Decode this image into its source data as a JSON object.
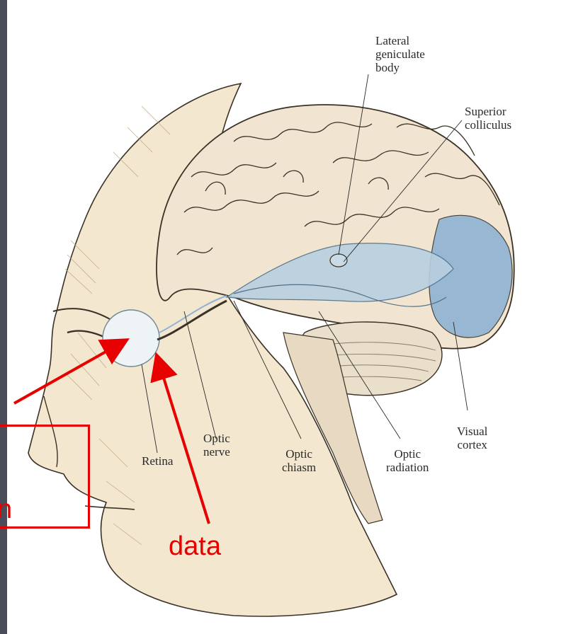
{
  "labels": {
    "lateral_geniculate": "Lateral\ngeniculate\nbody",
    "superior_colliculus": "Superior\ncolliculus",
    "optic_nerve": "Optic\nnerve",
    "retina": "Retina",
    "optic_chiasm": "Optic\nchiasm",
    "optic_radiation": "Optic\nradiation",
    "visual_cortex": "Visual\ncortex"
  },
  "annotations": {
    "data_label": "data",
    "cut_off_letter": "n"
  },
  "colors": {
    "annotation": "#e60000",
    "skin": "#f3e7cf",
    "brain": "#f1e4d0",
    "cortex_blue": "#8fb3d4",
    "background": "#4a4c5a"
  }
}
